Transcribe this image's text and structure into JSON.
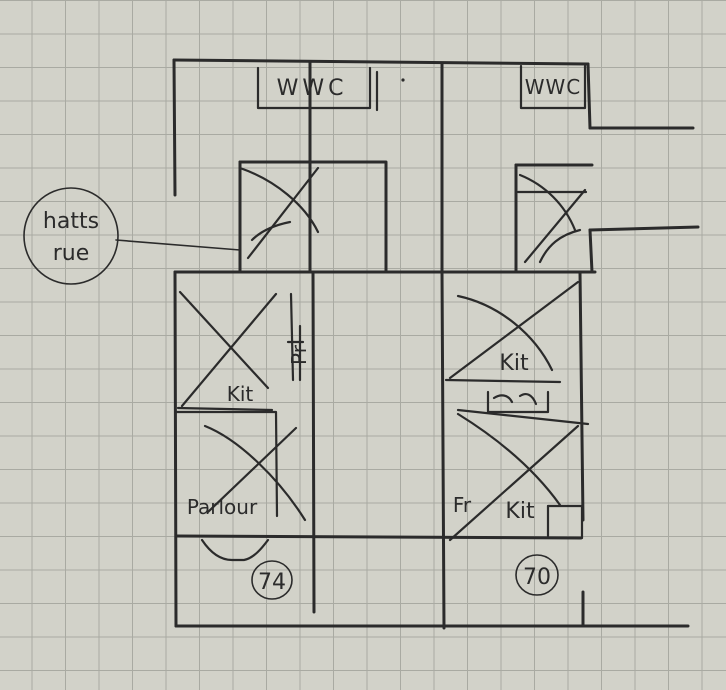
{
  "labels": {
    "wc_left": "WWC",
    "wc_right": "WWC",
    "note_line1": "hatts",
    "note_line2": "rue",
    "kit_left": "Kit",
    "pr_left": "Pr",
    "parlour": "Parlour",
    "kit_right_upper": "Kit",
    "kit_right_lower": "Kit",
    "fr_right": "Fr",
    "house_left": "74",
    "house_right": "70"
  }
}
